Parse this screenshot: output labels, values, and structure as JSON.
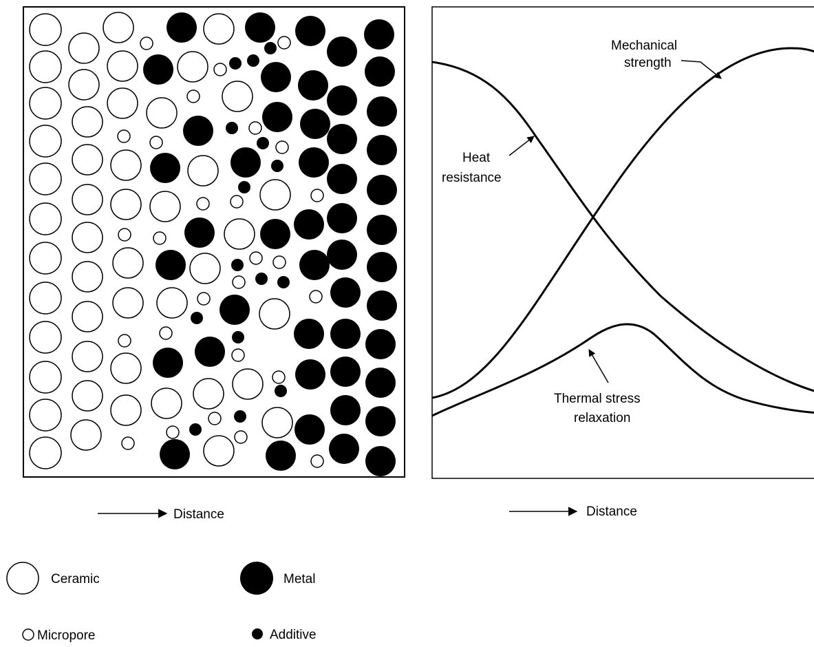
{
  "left_panel": {
    "axis_label": "Distance"
  },
  "right_panel": {
    "axis_label": "Distance",
    "curves": {
      "mechanical_strength": {
        "line1": "Mechanical",
        "line2": "strength"
      },
      "heat_resistance": {
        "line1": "Heat",
        "line2": "resistance"
      },
      "thermal_stress_relaxation": {
        "line1": "Thermal stress",
        "line2": "relaxation"
      }
    }
  },
  "legend": {
    "ceramic": "Ceramic",
    "metal": "Metal",
    "micropore": "Micropore",
    "additive": "Additive"
  }
}
